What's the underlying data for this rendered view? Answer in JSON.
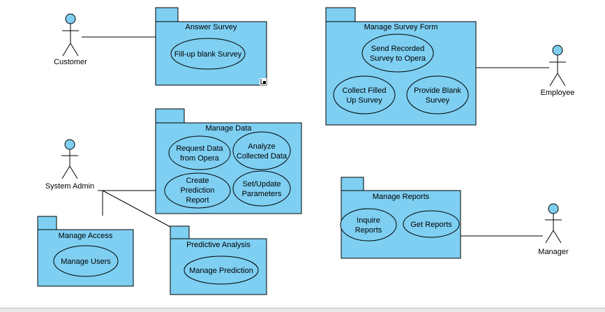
{
  "colors": {
    "fill": "#7ecff2",
    "stroke": "#000000",
    "background": "#ffffff"
  },
  "actors": {
    "customer": "Customer",
    "employee": "Employee",
    "system_admin": "System Admin",
    "manager": "Manager"
  },
  "packages": {
    "answer_survey": {
      "title": "Answer Survey",
      "use_cases": [
        "Fill-up blank Survey"
      ]
    },
    "manage_survey_form": {
      "title": "Manage Survey Form",
      "use_cases": [
        [
          "Send Recorded",
          "Survey to Opera"
        ],
        [
          "Collect Filled",
          "Up Survey"
        ],
        [
          "Provide Blank",
          "Survey"
        ]
      ]
    },
    "manage_data": {
      "title": "Manage Data",
      "use_cases": [
        [
          "Request Data",
          "from Opera"
        ],
        [
          "Analyze",
          "Collected Data"
        ],
        [
          "Create",
          "Prediction",
          "Report"
        ],
        [
          "Set/Update",
          "Parameters"
        ]
      ]
    },
    "manage_access": {
      "title": "Manage Access",
      "use_cases": [
        "Manage Users"
      ]
    },
    "predictive_analysis": {
      "title": "Predictive Analysis",
      "use_cases": [
        "Manage Prediction"
      ]
    },
    "manage_reports": {
      "title": "Manage Reports",
      "use_cases": [
        [
          "Inquire",
          "Reports"
        ],
        "Get Reports"
      ]
    }
  }
}
